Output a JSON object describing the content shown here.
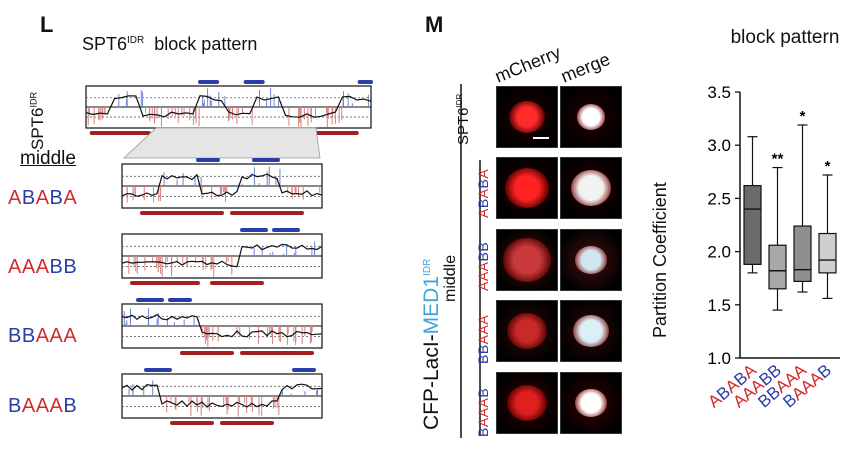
{
  "panel_L": {
    "letter": "L",
    "title_main": "SPT6",
    "title_sup": "IDR",
    "title_rest": "block pattern",
    "wt_label": "SPT6",
    "wt_sup": "IDR",
    "middle_label": "middle",
    "variants": [
      {
        "letters": [
          "A",
          "B",
          "A",
          "B",
          "A"
        ]
      },
      {
        "letters": [
          "A",
          "A",
          "A",
          "B",
          "B"
        ]
      },
      {
        "letters": [
          "B",
          "B",
          "A",
          "A",
          "A"
        ]
      },
      {
        "letters": [
          "B",
          "A",
          "A",
          "A",
          "B"
        ]
      }
    ]
  },
  "panel_M": {
    "letter": "M",
    "col_mcherry": "mCherry",
    "col_merge": "merge",
    "construct_label_prefix": "CFP-LacI-",
    "construct_label_med": "MED1",
    "construct_label_sup": "IDR",
    "row_wt_label": "SPT6",
    "row_wt_sup": "IDR",
    "middle_label": "middle",
    "rows": [
      {
        "letters": [
          "A",
          "B",
          "A",
          "B",
          "A"
        ]
      },
      {
        "letters": [
          "A",
          "A",
          "A",
          "B",
          "B"
        ]
      },
      {
        "letters": [
          "B",
          "B",
          "A",
          "A",
          "A"
        ]
      },
      {
        "letters": [
          "B",
          "A",
          "A",
          "A",
          "B"
        ]
      }
    ]
  },
  "chart_data": {
    "type": "box",
    "title": "block pattern",
    "ylabel": "Partition Coefficient",
    "ylim": [
      1.0,
      3.5
    ],
    "yticks": [
      1.0,
      1.5,
      2.0,
      2.5,
      3.0,
      3.5
    ],
    "ytick_labels": [
      "1.0",
      "1.5",
      "2.0",
      "2.5",
      "3.0",
      "3.5"
    ],
    "categories": [
      {
        "letters": [
          "A",
          "B",
          "A",
          "B",
          "A"
        ],
        "min": 1.8,
        "q1": 1.88,
        "median": 2.4,
        "q3": 2.62,
        "max": 3.08,
        "color": "#6b6b6b",
        "sig": ""
      },
      {
        "letters": [
          "A",
          "A",
          "A",
          "B",
          "B"
        ],
        "min": 1.45,
        "q1": 1.65,
        "median": 1.82,
        "q3": 2.06,
        "max": 2.79,
        "color": "#a9a9a9",
        "sig": "**"
      },
      {
        "letters": [
          "B",
          "B",
          "A",
          "A",
          "A"
        ],
        "min": 1.62,
        "q1": 1.72,
        "median": 1.83,
        "q3": 2.24,
        "max": 3.19,
        "color": "#8f8f8f",
        "sig": "*"
      },
      {
        "letters": [
          "B",
          "A",
          "A",
          "A",
          "B"
        ],
        "min": 1.56,
        "q1": 1.8,
        "median": 1.92,
        "q3": 2.17,
        "max": 2.72,
        "color": "#cfcfcf",
        "sig": "*"
      }
    ]
  }
}
